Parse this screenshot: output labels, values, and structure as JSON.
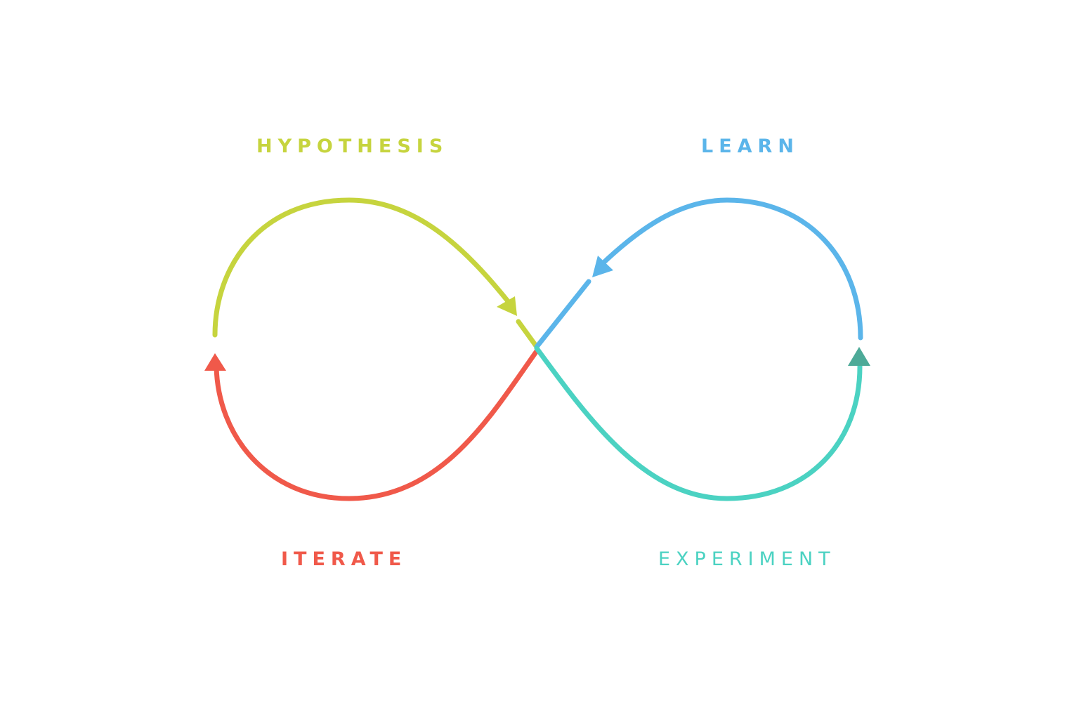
{
  "stages": [
    {
      "id": "hypothesis",
      "label": "HYPOTHESIS",
      "color": "#c6d43e"
    },
    {
      "id": "learn",
      "label": "LEARN",
      "color": "#5bb5ea"
    },
    {
      "id": "iterate",
      "label": "ITERATE",
      "color": "#f0594a"
    },
    {
      "id": "experiment",
      "label": "EXPERIMENT",
      "color": "#4bd2c2"
    }
  ],
  "arrowhead_colors": {
    "experiment": "#4daa98"
  }
}
